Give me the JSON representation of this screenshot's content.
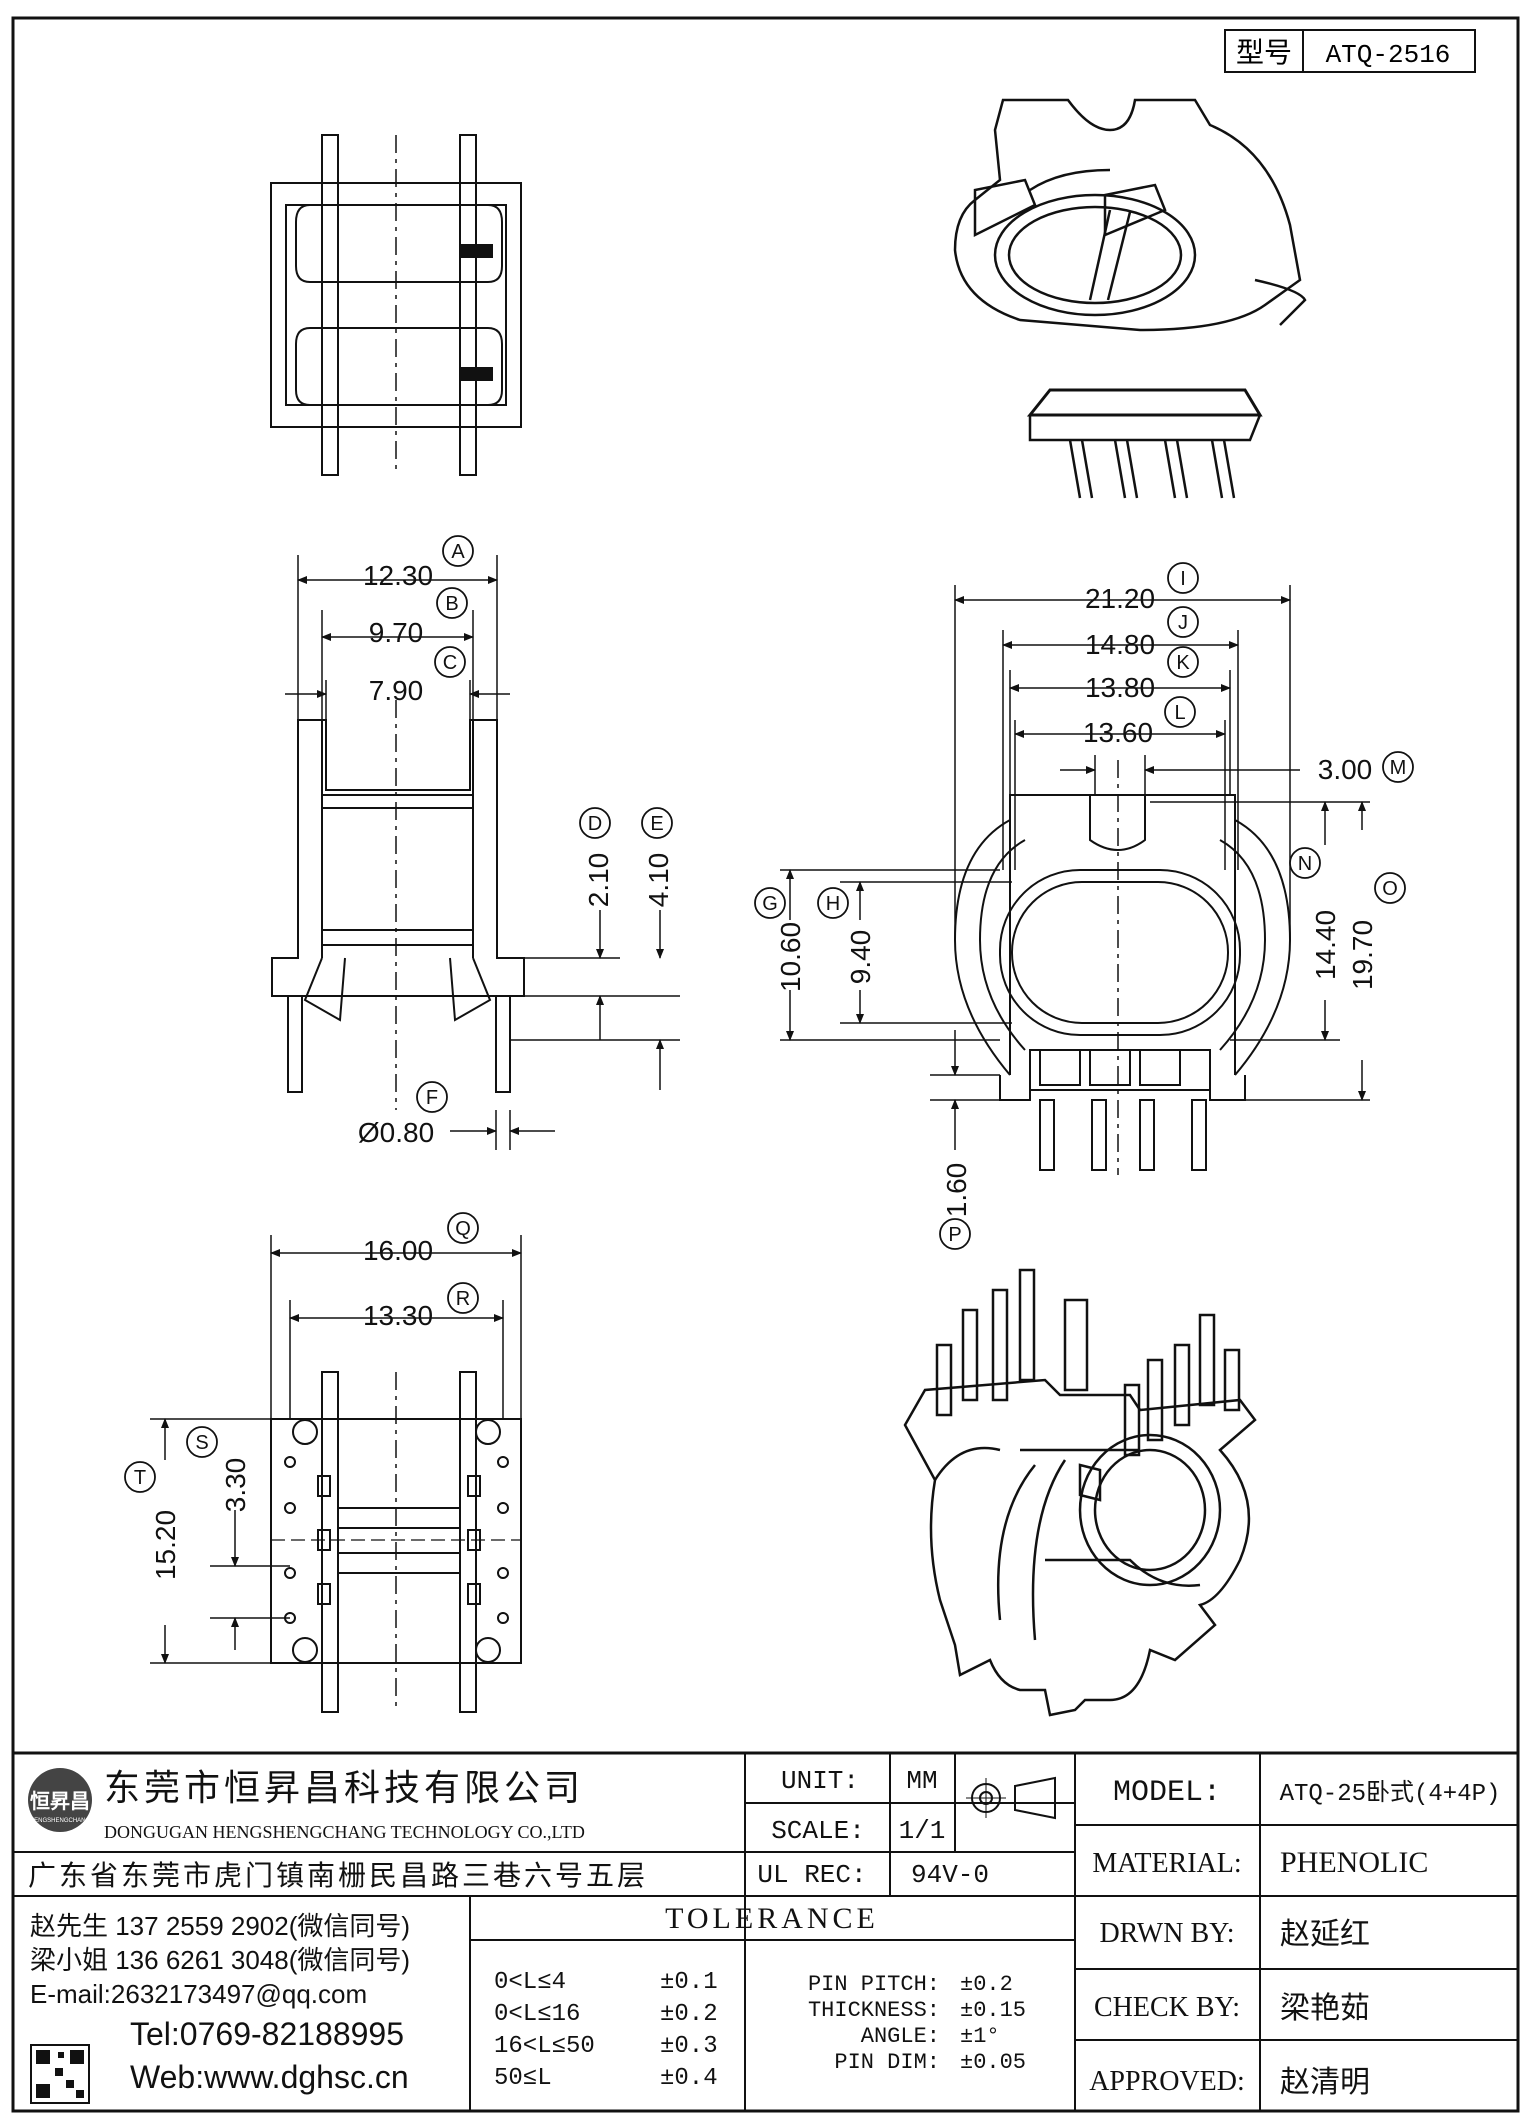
{
  "title_box": {
    "label": "型号",
    "value": "ATQ-2516"
  },
  "dimensions": {
    "A": {
      "letter": "A",
      "value": "12.30"
    },
    "B": {
      "letter": "B",
      "value": "9.70"
    },
    "C": {
      "letter": "C",
      "value": "7.90"
    },
    "D": {
      "letter": "D",
      "value": "2.10"
    },
    "E": {
      "letter": "E",
      "value": "4.10"
    },
    "F": {
      "letter": "F",
      "value": "Ø0.80"
    },
    "G": {
      "letter": "G",
      "value": "10.60"
    },
    "H": {
      "letter": "H",
      "value": "9.40"
    },
    "I": {
      "letter": "I",
      "value": "21.20"
    },
    "J": {
      "letter": "J",
      "value": "14.80"
    },
    "K": {
      "letter": "K",
      "value": "13.80"
    },
    "L": {
      "letter": "L",
      "value": "13.60"
    },
    "M": {
      "letter": "M",
      "value": "3.00"
    },
    "N": {
      "letter": "N",
      "value": "14.40"
    },
    "O": {
      "letter": "O",
      "value": "19.70"
    },
    "P": {
      "letter": "P",
      "value": "1.60"
    },
    "Q": {
      "letter": "Q",
      "value": "16.00"
    },
    "R": {
      "letter": "R",
      "value": "13.30"
    },
    "S": {
      "letter": "S",
      "value": "3.30"
    },
    "T": {
      "letter": "T",
      "value": "15.20"
    }
  },
  "company": {
    "name_cn": "东莞市恒昇昌科技有限公司",
    "name_en": "DONGUGAN HENGSHENGCHANG TECHNOLOGY CO.,LTD",
    "address": "广东省东莞市虎门镇南栅民昌路三巷六号五层",
    "logo_text": "恒昇昌",
    "logo_sub": "HENGSHENGCHANG",
    "contact1": "赵先生 137 2559 2902(微信同号)",
    "contact2": "梁小姐 136 6261 3048(微信同号)",
    "email": "E-mail:2632173497@qq.com",
    "tel": "Tel:0769-82188995",
    "web": "Web:www.dghsc.cn"
  },
  "specs": {
    "unit_label": "UNIT:",
    "unit_value": "MM",
    "scale_label": "SCALE:",
    "scale_value": "1/1",
    "ulrec_label": "UL REC:",
    "ulrec_value": "94V-0"
  },
  "tolerance": {
    "title": "TOLERANCE",
    "rows": [
      {
        "range": "0<L≤4",
        "tol": "±0.1"
      },
      {
        "range": "0<L≤16",
        "tol": "±0.2"
      },
      {
        "range": "16<L≤50",
        "tol": "±0.3"
      },
      {
        "range": "50≤L",
        "tol": "±0.4"
      }
    ],
    "extra": [
      {
        "label": "PIN PITCH:",
        "tol": "±0.2"
      },
      {
        "label": "THICKNESS:",
        "tol": "±0.15"
      },
      {
        "label": "ANGLE:",
        "tol": "±1°"
      },
      {
        "label": "PIN DIM:",
        "tol": "±0.05"
      }
    ]
  },
  "info": {
    "model_label": "MODEL:",
    "model_value": "ATQ-25卧式(4+4P)",
    "material_label": "MATERIAL:",
    "material_value": "PHENOLIC",
    "drwn_label": "DRWN BY:",
    "drwn_value": "赵延红",
    "check_label": "CHECK BY:",
    "check_value": "梁艳茹",
    "approved_label": "APPROVED:",
    "approved_value": "赵清明"
  }
}
